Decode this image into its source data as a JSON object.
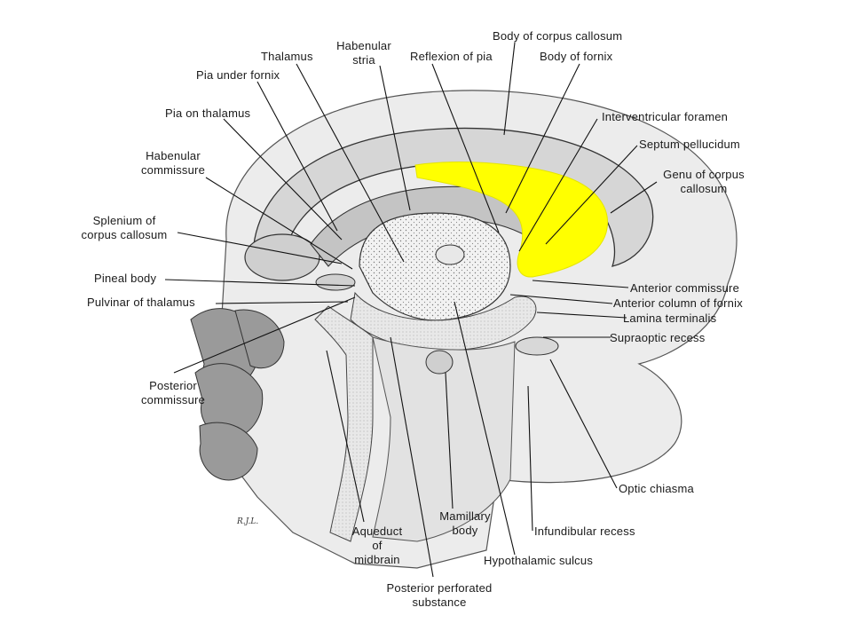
{
  "labels": {
    "body_corpus_callosum": "Body of corpus callosum",
    "habenular_stria": "Habenular\nstria",
    "thalamus": "Thalamus",
    "reflexion_of_pia": "Reflexion of pia",
    "body_of_fornix": "Body of fornix",
    "pia_under_fornix": "Pia under fornix",
    "pia_on_thalamus": "Pia on thalamus",
    "interventricular_foramen": "Interventricular foramen",
    "septum_pellucidum": "Septum pellucidum",
    "habenular_commissure": "Habenular\ncommissure",
    "genu_corpus_callosum": "Genu of corpus\ncallosum",
    "splenium_corpus_callosum": "Splenium of\ncorpus callosum",
    "pineal_body": "Pineal body",
    "pulvinar_of_thalamus": "Pulvinar of thalamus",
    "anterior_commissure": "Anterior commissure",
    "anterior_column_fornix": "Anterior column of fornix",
    "lamina_terminalis": "Lamina terminalis",
    "supraoptic_recess": "Supraoptic recess",
    "posterior_commissure": "Posterior\ncommissure",
    "optic_chiasma": "Optic chiasma",
    "mamillary_body": "Mamillary\nbody",
    "aqueduct_of_midbrain": "Aqueduct\nof\nmidbrain",
    "infundibular_recess": "Infundibular recess",
    "hypothalamic_sulcus": "Hypothalamic sulcus",
    "posterior_perforated_substance": "Posterior perforated\nsubstance"
  },
  "signature": "R.J.L.",
  "colors": {
    "highlight": "#ffff00",
    "line": "#111111",
    "shade_light": "#e6e6e6",
    "shade_mid": "#cfcfcf",
    "shade_dark": "#9a9a9a"
  }
}
